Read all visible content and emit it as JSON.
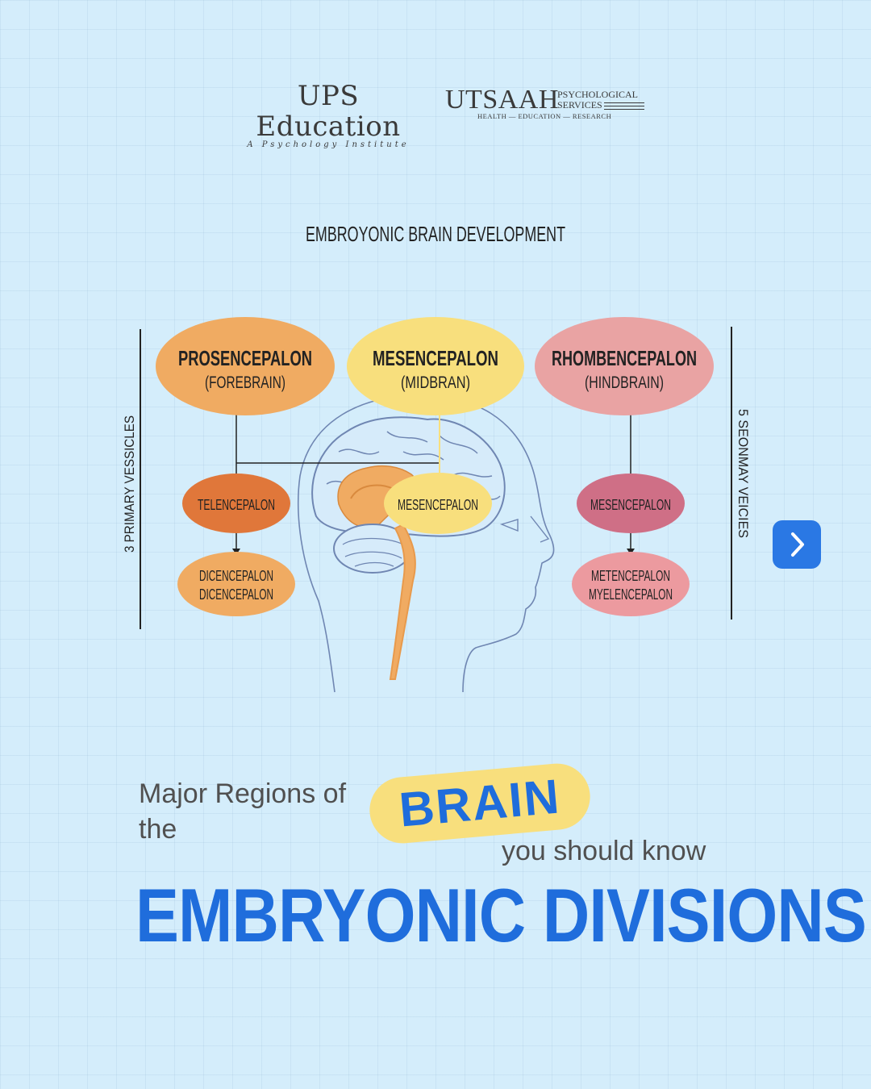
{
  "logos": {
    "ups_name": "UPS Education",
    "ups_tagline": "A Psychology Institute",
    "utsaah_name": "UTSAAH",
    "utsaah_line1": "PSYCHOLOGICAL",
    "utsaah_line2": "SERVICES",
    "utsaah_sub": "HEALTH — EDUCATION — RESEARCH"
  },
  "diagram": {
    "title": "EMBROYONIC BRAIN DEVELOPMENT",
    "left_label": "3 PRIMARY VESSICLES",
    "right_label": "5 SEONMAY VEICIES",
    "primary": [
      {
        "name": "PROSENCEPALON",
        "sub": "(FOREBRAIN)",
        "color": "#f0ab62"
      },
      {
        "name": "MESENCEPALON",
        "sub": "(MIDBRAN)",
        "color": "#f8df7d"
      },
      {
        "name": "RHOMBENCEPALON",
        "sub": "(HINDBRAIN)",
        "color": "#e9a3a3"
      }
    ],
    "secondary": [
      {
        "lines": [
          "TELENCEPALON"
        ],
        "color": "#e0773a"
      },
      {
        "lines": [
          "DICENCEPALON",
          "DICENCEPALON"
        ],
        "color": "#f0ab62"
      },
      {
        "lines": [
          "MESENCEPALON"
        ],
        "color": "#f8df7d"
      },
      {
        "lines": [
          "MESENCEPALON"
        ],
        "color": "#cf6f86"
      },
      {
        "lines": [
          "METENCEPALON",
          "MYELENCEPALON"
        ],
        "color": "#ec9a9f"
      }
    ]
  },
  "heading": {
    "line1": "Major Regions of",
    "line2": "the",
    "highlight": "BRAIN",
    "line3": "you should know",
    "main": "EMBRYONIC DIVISIONS"
  },
  "colors": {
    "background": "#d4edfb",
    "accent_blue": "#1f6ddc",
    "highlight_yellow": "#f8df7d",
    "brain_outline": "#6f86b2",
    "brain_orange": "#f0ab62"
  },
  "nav": {
    "next_icon": "chevron-right-icon"
  }
}
